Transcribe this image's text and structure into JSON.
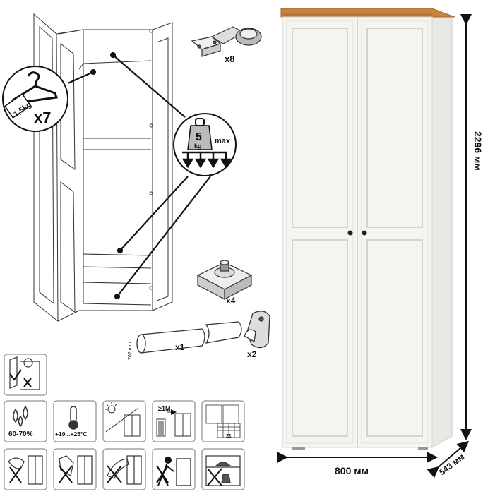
{
  "hardware": {
    "hinges_qty": "x8",
    "hanger_qty": "x7",
    "hanger_load": "1,5kg",
    "shelf_load_value": "5",
    "shelf_load_unit": "kg",
    "shelf_load_max": "max",
    "feet_qty": "x4",
    "rail_length": "762 mm",
    "rail_qty": "x1",
    "rail_holder_qty": "x2"
  },
  "care_icons": {
    "humidity": "60-70%",
    "temperature": "+10...+25°C",
    "distance": "≥1M",
    "calendar_day": "21"
  },
  "dimensions": {
    "height": "2296 мм",
    "width": "800 мм",
    "depth": "543 мм"
  },
  "colors": {
    "body": "#f4f4f0",
    "top_wood": "#c8843c",
    "line": "#1a1a1a",
    "icon_border": "#666666"
  }
}
